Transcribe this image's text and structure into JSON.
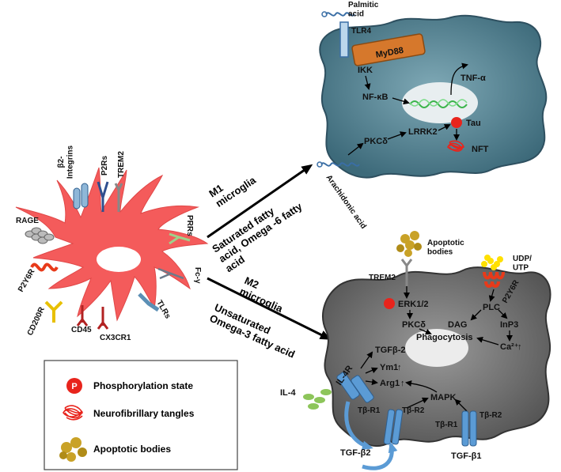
{
  "colors": {
    "microglia_body": "#f45b5b",
    "m1_cell": "#4f7f8f",
    "m2_cell": "#6f6f6f",
    "myd88": "#d6782c",
    "tau": "#e8241c",
    "apoptotic": "#c9a227",
    "receptor_blue": "#5b9bd5",
    "ligand_green": "#8dc55a"
  },
  "microglia_receptors": {
    "b2_integrins": "β2-\nIntegrins",
    "p2rs": "P2Rs",
    "trem2": "TREM2",
    "rage": "RAGE",
    "prrs": "PRRs",
    "p2y6r": "P2Y6R",
    "fc_y": "Fc-γ",
    "tlrs": "TLRs",
    "cd200r": "CD200R",
    "cd45": "CD45",
    "cx3cr1": "CX3CR1"
  },
  "arrows": {
    "m1_title": "M1\nmicroglia",
    "m1_sub": "Saturated fatty\nacid, Omega -6 fatty\nacid",
    "m2_title": "M2\nmicroglia",
    "m2_sub": "Unsaturated\nOmega-3 fatty acid"
  },
  "m1": {
    "palmitic": "Palmitic\nacid",
    "tlr4": "TLR4",
    "myd88": "MyD88",
    "ikk": "IKK",
    "nfkb": "NF-κB",
    "tnfa": "TNF-α",
    "pkcd": "PKCδ",
    "lrrk2": "LRRK2",
    "tau": "Tau",
    "nft": "NFT",
    "arachidonic": "Arachidonic acid"
  },
  "m2": {
    "apoptotic_bodies": "Apoptotic\nbodies",
    "trem2": "TREM2",
    "erk": "ERK1/2",
    "pkcd": "PKCδ",
    "udp": "UDP/\nUTP",
    "p2y6r": "P2Y6R",
    "plc": "PLC",
    "dag": "DAG",
    "inp3": "InP3",
    "ca": "Ca²⁺",
    "phago": "Phagocytosis",
    "tgfb2_up": "TGFβ-2",
    "ym1": "Ym1",
    "arg1": "Arg1",
    "il4r": "IL-4R",
    "il4": "IL-4",
    "mapk": "MAPK",
    "tbr1_a": "Tβ-R1",
    "tbr2_a": "Tβ-R2",
    "tbr1_b": "Tβ-R1",
    "tbr2_b": "Tβ-R2",
    "tgfb2": "TGF-β2",
    "tgfb1": "TGF-β1"
  },
  "legend": {
    "phospho_symbol": "P",
    "phospho": "Phosphorylation state",
    "nft": "Neurofibrillary tangles",
    "apoptotic": "Apoptotic bodies"
  }
}
